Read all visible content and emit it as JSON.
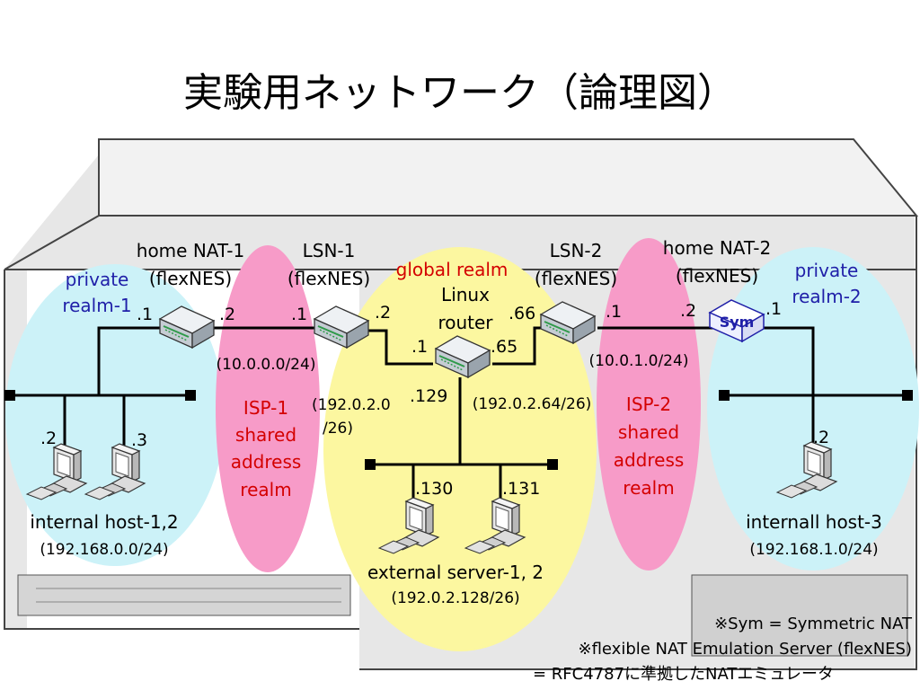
{
  "title": "実験用ネットワーク（論理図）",
  "realms": {
    "private1": {
      "line1": "private",
      "line2": "realm-1"
    },
    "private2": {
      "line1": "private",
      "line2": "realm-2"
    },
    "global": "global realm",
    "isp1": [
      "ISP-1",
      "shared",
      "address",
      "realm"
    ],
    "isp2": [
      "ISP-2",
      "shared",
      "address",
      "realm"
    ]
  },
  "devices": {
    "home_nat1": {
      "line1": "home NAT-1",
      "line2": "(flexNES)"
    },
    "lsn1": {
      "line1": "LSN-1",
      "line2": "(flexNES)"
    },
    "router": {
      "line1": "Linux",
      "line2": "router"
    },
    "lsn2": {
      "line1": "LSN-2",
      "line2": "(flexNES)"
    },
    "home_nat2": {
      "line1": "home NAT-2",
      "line2": "(flexNES)"
    },
    "sym_badge": "Sym"
  },
  "addresses": {
    "hn1_left": ".1",
    "hn1_right": ".2",
    "lsn1_left": ".1",
    "lsn1_right": ".2",
    "router_left": ".1",
    "router_right": ".65",
    "router_bottom": ".129",
    "lsn2_left": ".66",
    "lsn2_right": ".1",
    "hn2_left": ".2",
    "hn2_right": ".1",
    "host1": ".2",
    "host2": ".3",
    "server1": ".130",
    "server2": ".131",
    "host3": ".2"
  },
  "subnets": {
    "isp1": "(10.0.0.0/24)",
    "isp2": "(10.0.1.0/24)",
    "global_left_a": "(192.0.2.0",
    "global_left_b": "/26)",
    "global_right": "(192.0.2.64/26)"
  },
  "hosts": {
    "internal12": {
      "name": "internal host-1,2",
      "net": "(192.168.0.0/24)"
    },
    "servers": {
      "name": "external server-1, 2",
      "net": "(192.0.2.128/26)"
    },
    "internal3": {
      "name": "internall host-3",
      "net": "(192.168.1.0/24)"
    }
  },
  "notes": {
    "line1": "※Sym = Symmetric NAT",
    "line2": "※flexible NAT Emulation Server (flexNES)",
    "line3": "= RFC4787に準拠したNATエミュレータ"
  },
  "colors": {
    "private": "#ccf2f8",
    "isp": "#f79bc8",
    "global": "#fcf7a0",
    "router_body": "#d8dde2",
    "accent_blue": "#1f1fa8",
    "global_red": "#d40000"
  }
}
